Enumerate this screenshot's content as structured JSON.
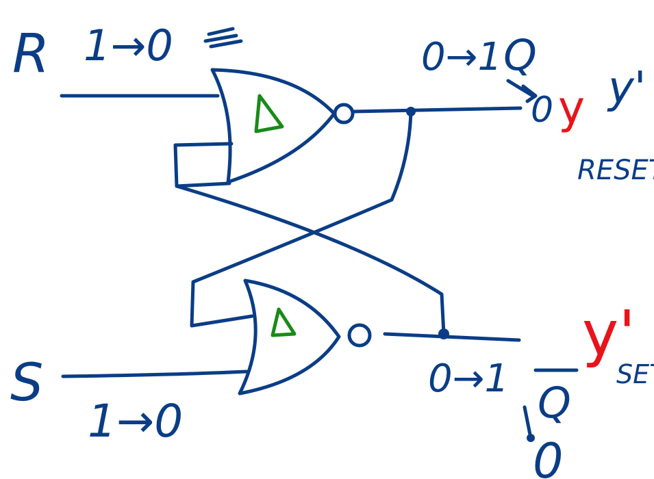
{
  "colors": {
    "ink": "#0b3d86",
    "red": "#e8141c",
    "green": "#1a8a1a"
  },
  "labels": {
    "r_input": "R",
    "r_transition": "1→0",
    "s_input": "S",
    "s_transition": "1→0",
    "q_transition": "0→1",
    "q_output": "Q",
    "q_settled": "0",
    "qbar_transition": "0→1",
    "qbar_output": "Q",
    "qbar_settled": "0",
    "y_top": "y",
    "y_top_suffix": "y'",
    "reset_note": "RESET",
    "y_bottom": "y'",
    "set_note": "SET"
  },
  "gates": {
    "top_gate_symbol": "Δ",
    "bottom_gate_symbol": "Δ"
  }
}
